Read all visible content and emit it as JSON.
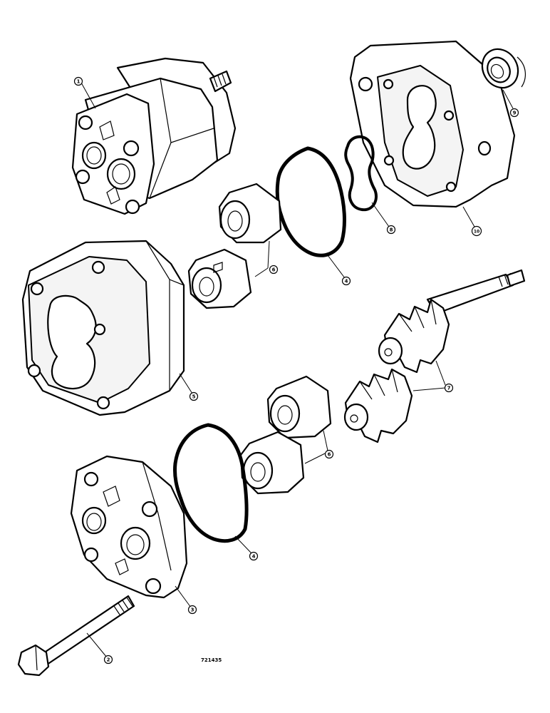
{
  "figure_number": "721435",
  "callouts": [
    {
      "id": "pump-assembly",
      "label": "1"
    },
    {
      "id": "bolt",
      "label": "2"
    },
    {
      "id": "front-cover",
      "label": "3"
    },
    {
      "id": "body",
      "label": "5"
    },
    {
      "id": "gasket-upper",
      "label": "4"
    },
    {
      "id": "gasket-lower",
      "label": "4"
    },
    {
      "id": "bushings-upper",
      "label": "6"
    },
    {
      "id": "bushings-lower",
      "label": "6"
    },
    {
      "id": "gears",
      "label": "7"
    },
    {
      "id": "o-ring",
      "label": "8"
    },
    {
      "id": "seal",
      "label": "9"
    },
    {
      "id": "mounting-flange",
      "label": "10"
    }
  ]
}
